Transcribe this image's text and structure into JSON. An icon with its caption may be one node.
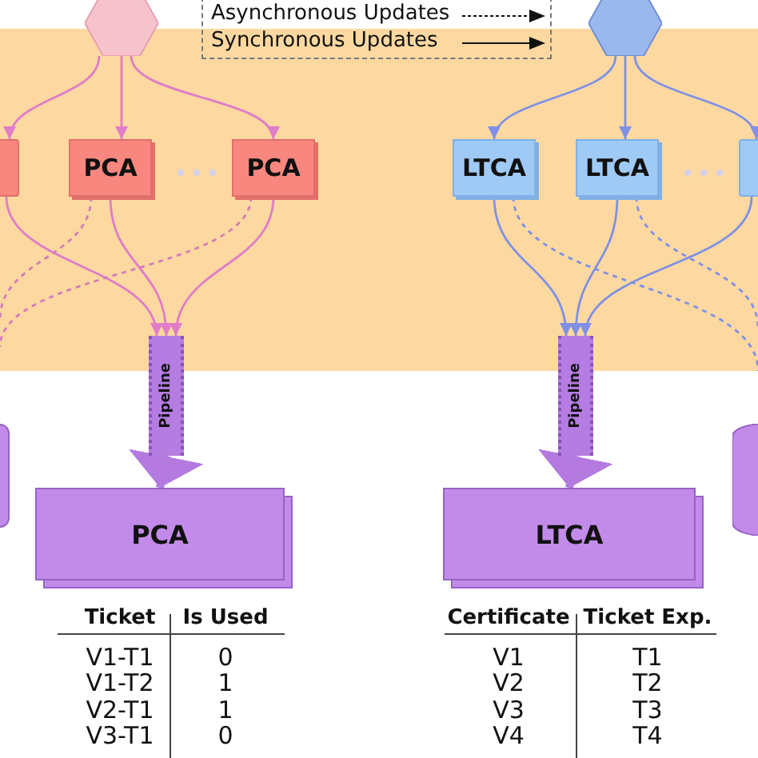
{
  "diagram": {
    "nodes": [
      {
        "text": [],
        "shape": "hexagon"
      },
      {
        "text": [],
        "shape": "hexagon"
      },
      {
        "text": [],
        "shape": "box"
      },
      {
        "text": [
          "PCA"
        ]
      },
      {
        "text": [
          "PCA"
        ]
      },
      {
        "text": [
          "LTCA"
        ]
      },
      {
        "text": [
          "LTCA"
        ]
      },
      {
        "text": [],
        "shape": "box"
      },
      {
        "text": [
          "Pipeline"
        ]
      },
      {
        "text": [
          "Pipeline"
        ]
      },
      {
        "text": [
          "PCA"
        ]
      },
      {
        "text": [
          "LTCA"
        ]
      },
      {
        "text": [],
        "shape": "box"
      },
      {
        "text": [],
        "shape": "cylinder"
      }
    ],
    "edges": [
      {
        "from": 0,
        "to": 2,
        "arrow": "to",
        "color": "#e07cc8"
      },
      {
        "from": 0,
        "to": 3,
        "arrow": "to",
        "color": "#e07cc8"
      },
      {
        "from": 0,
        "to": 4,
        "arrow": "to",
        "color": "#e07cc8"
      },
      {
        "from": 1,
        "to": 5,
        "arrow": "to",
        "color": "#7f90e6"
      },
      {
        "from": 1,
        "to": 6,
        "arrow": "to",
        "color": "#7f90e6"
      },
      {
        "from": 1,
        "to": 7,
        "arrow": "to",
        "color": "#7f90e6"
      },
      {
        "from": 2,
        "to": 8,
        "arrow": "to",
        "color": "#e07cc8"
      },
      {
        "from": 3,
        "to": 8,
        "arrow": "to",
        "color": "#e07cc8"
      },
      {
        "from": 4,
        "to": 8,
        "arrow": "to",
        "color": "#e07cc8"
      },
      {
        "from": 3,
        "to": null,
        "arrow": "none",
        "style": "dashed",
        "color": "#d47cb8"
      },
      {
        "from": 4,
        "to": null,
        "arrow": "none",
        "style": "dashed",
        "color": "#d47cb8"
      },
      {
        "from": 5,
        "to": 9,
        "arrow": "to",
        "color": "#7f90e6"
      },
      {
        "from": 6,
        "to": 9,
        "arrow": "to",
        "color": "#7f90e6"
      },
      {
        "from": 7,
        "to": 9,
        "arrow": "to",
        "color": "#7f90e6"
      },
      {
        "from": 5,
        "to": null,
        "arrow": "none",
        "style": "dashed",
        "color": "#7f90e6"
      },
      {
        "from": 6,
        "to": null,
        "arrow": "none",
        "style": "dashed",
        "color": "#7f90e6"
      },
      {
        "from": 8,
        "to": 10,
        "arrow": "to",
        "style": "thick",
        "color": "#b47ae0"
      },
      {
        "from": 9,
        "to": 11,
        "arrow": "to",
        "style": "thick",
        "color": "#b47ae0"
      }
    ],
    "labels": [
      "Ticket",
      "Is Used",
      "V1-T1",
      "0",
      "V1-T2",
      "1",
      "V2-T1",
      "1",
      "V3-T1",
      "0",
      "Certificate",
      "Ticket Exp.",
      "V1",
      "T1",
      "V2",
      "T2",
      "V3",
      "T3",
      "V4",
      "T4"
    ],
    "legend": [
      {
        "text": "Asynchronous Updates"
      },
      {
        "text": "Synchronous Updates"
      }
    ]
  }
}
